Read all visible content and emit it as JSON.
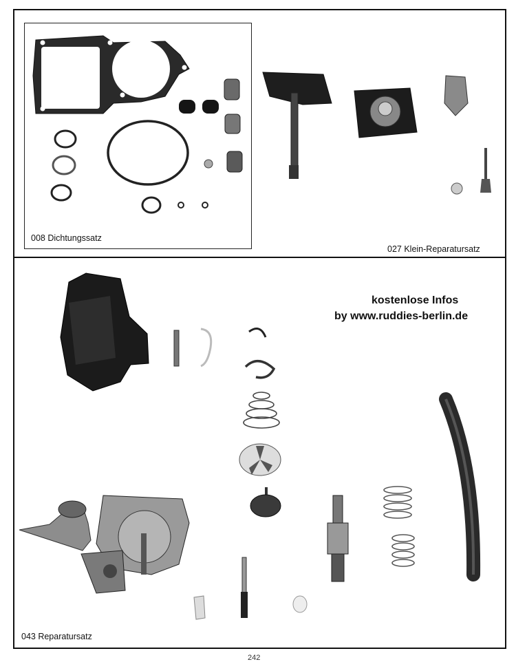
{
  "captions": {
    "kit_008": "008 Dichtungssatz",
    "kit_027": "027 Klein-Reparatursatz",
    "kit_043": "043 Reparatursatz"
  },
  "notice": {
    "line1": "kostenlose Infos",
    "line2": "by  www.ruddies-berlin.de"
  },
  "page_number": "242"
}
